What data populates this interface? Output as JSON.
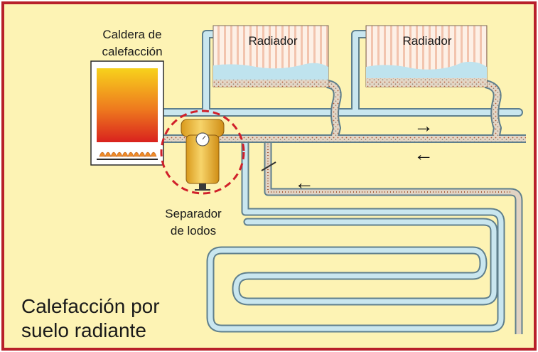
{
  "labels": {
    "boiler_line1": "Caldera de",
    "boiler_line2": "calefacción",
    "radiator_1": "Radiador",
    "radiator_2": "Radiador",
    "separator_line1": "Separador",
    "separator_line2": "de lodos",
    "title_line1": "Calefacción por",
    "title_line2": "suelo radiante"
  },
  "arrows": {
    "upper_right": "→",
    "middle_left": "←",
    "lower_left": "←"
  },
  "colors": {
    "background": "#fdf3b4",
    "frame": "#b8202a",
    "pipe_clean_fill": "#c9e6ef",
    "pipe_outline": "#5f7f8c",
    "pipe_sludge_fill": "#e1d3c3",
    "radiator_stripes": "#f2c9b4",
    "separator_body": "#f1c24a",
    "highlight_circle": "#d0202a"
  }
}
